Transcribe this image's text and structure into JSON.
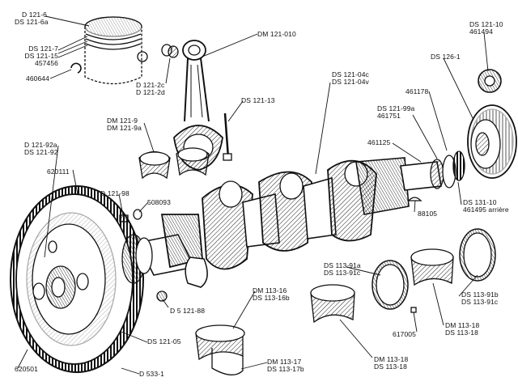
{
  "labels": {
    "piston": [
      "D 121-6",
      "DS 121-6a"
    ],
    "rings": [
      "DS 121-7",
      "DS 121-15",
      "457456"
    ],
    "circlip": "460644",
    "rod_bushing": [
      "D 121-2c",
      "D 121-2d"
    ],
    "conrod": "DM 121-010",
    "rod_bolt": "DS 121-13",
    "rod_bearing": [
      "DM 121-9",
      "DM 121-9a"
    ],
    "crank_weights": [
      "DS 121-04c",
      "DS 121-04v"
    ],
    "nut": [
      "DS 121-10",
      "461494"
    ],
    "timing_gear": "DS 126-1",
    "key_461178": "461178",
    "thrust": [
      "DS 121-99a",
      "461751"
    ],
    "spacer_461125": "461125",
    "flywheel_bolt": [
      "D 121-92a",
      "DS 121-92"
    ],
    "ring_gear": "620111",
    "dowel": "D 121-98",
    "washer_508093": "508093",
    "woodruff": "88105",
    "seal": [
      "DS 131-10",
      "461495 arrière"
    ],
    "main_bearing_1": [
      "DS 113-91a",
      "DS 113-91c"
    ],
    "main_bearing_2": [
      "DS 113-91b",
      "DS 113-91c"
    ],
    "nut_d121_88": "D 5 121-88",
    "center_bearing": [
      "DM 113-16",
      "DS 113-16b"
    ],
    "lower_bearing": [
      "DM 113-18",
      "DS 113-18"
    ],
    "rear_bearing": [
      "DM 113-18",
      "DS 113-18"
    ],
    "pin_617005": "617005",
    "flywheel_nut": "DS 121-05",
    "flywheel": "620501",
    "ring": "D 533-1",
    "front_bearing": [
      "DM 113-17",
      "DS 113-17b"
    ]
  }
}
